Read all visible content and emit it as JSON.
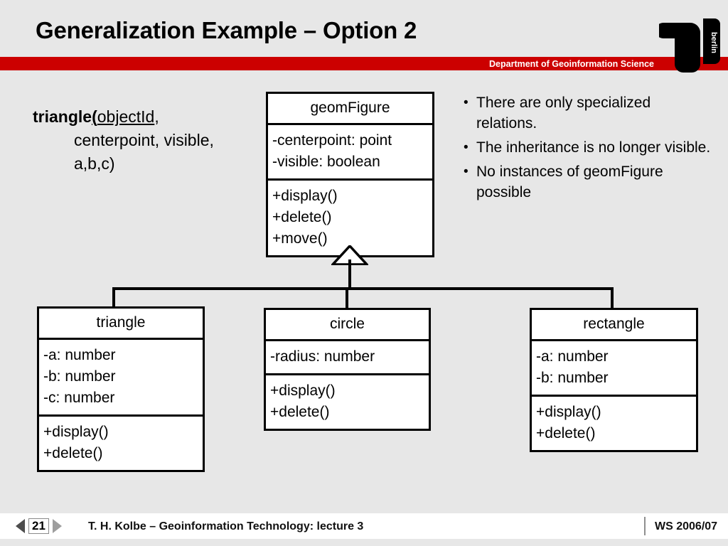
{
  "header": {
    "title": "Generalization Example – Option 2",
    "department": "Department of Geoinformation Science",
    "logo_alt": "tu-berlin-logo",
    "bar_color": "#cc0000",
    "background_color": "#e7e7e7"
  },
  "instance": {
    "name": "triangle",
    "open_paren": "(",
    "underlined_arg": "objectId",
    "rest_line1": ",",
    "line2": "centerpoint, visible,",
    "line3": "a,b,c)"
  },
  "bullets": [
    {
      "marker": "•",
      "text": "There are only specialized relations."
    },
    {
      "marker": "•",
      "text": "The inheritance is no longer visible."
    },
    {
      "marker": "•",
      "text": "No instances of geomFigure possible"
    }
  ],
  "diagram": {
    "relation": "generalization",
    "arrow_style": "hollow-triangle",
    "superclass": {
      "name": "geomFigure",
      "attributes": [
        "-centerpoint: point",
        "-visible: boolean"
      ],
      "operations": [
        "+display()",
        "+delete()",
        "+move()"
      ]
    },
    "subclasses": [
      {
        "name": "triangle",
        "attributes": [
          "-a: number",
          "-b: number",
          "-c: number"
        ],
        "operations": [
          "+display()",
          "+delete()"
        ]
      },
      {
        "name": "circle",
        "attributes": [
          "-radius: number"
        ],
        "operations": [
          "+display()",
          "+delete()"
        ]
      },
      {
        "name": "rectangle",
        "attributes": [
          "-a: number",
          "-b: number"
        ],
        "operations": [
          "+display()",
          "+delete()"
        ]
      }
    ]
  },
  "footer": {
    "prev_icon": "triangle-left-icon",
    "next_icon": "triangle-right-icon",
    "page_number": "21",
    "credit": "T. H. Kolbe  – Geoinformation Technology: lecture 3",
    "term": "WS 2006/07"
  }
}
